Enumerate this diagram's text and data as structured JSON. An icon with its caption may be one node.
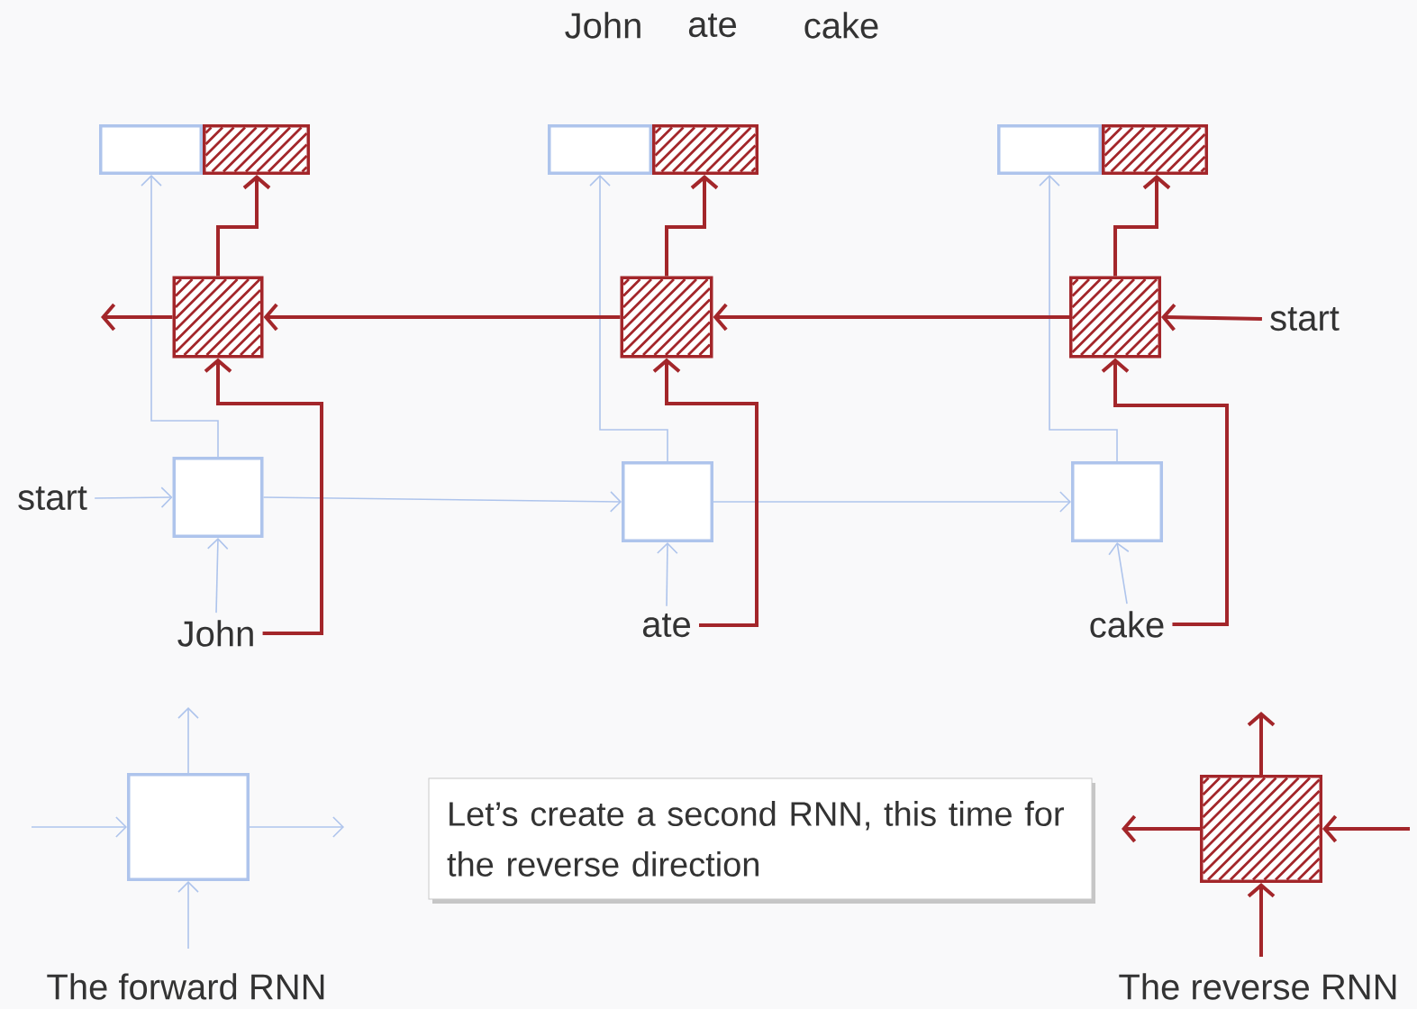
{
  "diagram": {
    "nodes": [
      {
        "text": [],
        "shape": "box"
      },
      {
        "text": [],
        "shape": "box"
      },
      {
        "text": [],
        "shape": "box"
      },
      {
        "text": [],
        "shape": "box"
      },
      {
        "text": [],
        "shape": "box"
      },
      {
        "text": [],
        "shape": "box"
      },
      {
        "text": [],
        "shape": "box"
      },
      {
        "text": [],
        "shape": "box"
      },
      {
        "text": [],
        "shape": "box"
      },
      {
        "text": [
          "start"
        ]
      },
      {
        "text": [
          "start"
        ]
      },
      {
        "text": [],
        "shape": "box"
      },
      {
        "text": [],
        "shape": "box"
      },
      {
        "text": [],
        "shape": "box"
      },
      {
        "text": [
          "John"
        ]
      },
      {
        "text": [
          "ate"
        ]
      },
      {
        "text": [
          "cake"
        ]
      },
      {
        "text": [],
        "shape": "box",
        "beside": [
          "The forward RNN"
        ]
      },
      {
        "text": [
          "Let’s create a second RNN, this time for the reverse direction"
        ]
      },
      {
        "text": [],
        "shape": "box",
        "beside": [
          "The reverse RNN"
        ]
      }
    ],
    "edges": [
      {
        "from": 11,
        "to": 0,
        "arrow": "to",
        "color": "#aec4ec"
      },
      {
        "from": 6,
        "to": 1,
        "arrow": "to"
      },
      {
        "from": 12,
        "to": 2,
        "arrow": "to",
        "color": "#aec4ec"
      },
      {
        "from": 7,
        "to": 3,
        "arrow": "to"
      },
      {
        "from": 13,
        "to": 4,
        "arrow": "to",
        "color": "#aec4ec"
      },
      {
        "from": 8,
        "to": 5,
        "arrow": "to"
      },
      {
        "from": 9,
        "to": 8,
        "arrow": "to"
      },
      {
        "from": 8,
        "to": 7,
        "arrow": "to"
      },
      {
        "from": 7,
        "to": 6,
        "arrow": "to"
      },
      {
        "from": 6,
        "to": null,
        "arrow": "to"
      },
      {
        "from": 10,
        "to": 11,
        "arrow": "to",
        "color": "#aec4ec"
      },
      {
        "from": 11,
        "to": 12,
        "arrow": "to",
        "color": "#aec4ec"
      },
      {
        "from": 12,
        "to": 13,
        "arrow": "to",
        "color": "#aec4ec"
      },
      {
        "from": 14,
        "to": 11,
        "arrow": "to",
        "color": "#aec4ec"
      },
      {
        "from": 14,
        "to": 6,
        "arrow": "to"
      },
      {
        "from": 15,
        "to": 12,
        "arrow": "to",
        "color": "#aec4ec"
      },
      {
        "from": 15,
        "to": 7,
        "arrow": "to"
      },
      {
        "from": 16,
        "to": 13,
        "arrow": "to",
        "color": "#aec4ec"
      },
      {
        "from": 16,
        "to": 8,
        "arrow": "to"
      },
      {
        "from": null,
        "to": 17,
        "arrow": "to",
        "color": "#aec4ec"
      },
      {
        "from": 17,
        "to": null,
        "arrow": "to",
        "color": "#aec4ec"
      },
      {
        "from": null,
        "to": 17,
        "arrow": "to",
        "color": "#aec4ec"
      },
      {
        "from": 17,
        "to": null,
        "arrow": "to",
        "color": "#aec4ec"
      },
      {
        "from": null,
        "to": 19,
        "arrow": "to"
      },
      {
        "from": 19,
        "to": null,
        "arrow": "to"
      },
      {
        "from": null,
        "to": 19,
        "arrow": "to"
      },
      {
        "from": 19,
        "to": null,
        "arrow": "to"
      }
    ],
    "labels": [
      "John",
      "ate",
      "cake"
    ]
  }
}
